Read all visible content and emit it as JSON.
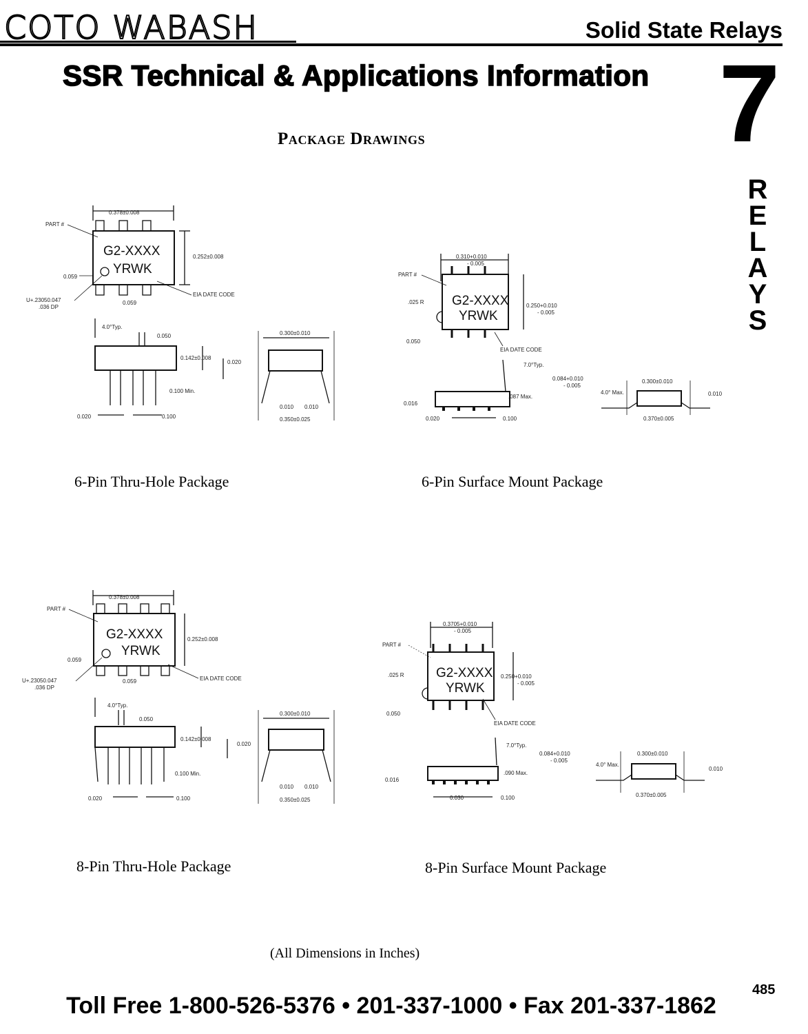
{
  "header": {
    "brand": "COTO WABASH",
    "section": "Solid State Relays"
  },
  "title": "SSR Technical & Applications Information",
  "chapter": {
    "number": "7",
    "tab_letters": [
      "R",
      "E",
      "L",
      "A",
      "Y",
      "S"
    ]
  },
  "subtitle": "Package Drawings",
  "drawings": {
    "six_pin_thru_hole": {
      "caption": "6-Pin Thru-Hole Package",
      "part_label": "PART #",
      "marking_line1": "G2-XXXX",
      "marking_line2": "YRWK",
      "width_dim": "0.378±0.008",
      "height_dim": "0.252±0.008",
      "pin1_dim": "0.059",
      "pitch_dim": "0.059",
      "dot_note_line1": "U+.23050.047",
      "dot_note_line2": ".036 DP",
      "date_code": "EIA DATE CODE",
      "angle": "4.0°Typ.",
      "lead_w": "0.050",
      "body_h": "0.142±0.008",
      "lead_t": "0.020",
      "min_len": "0.100 Min.",
      "lead_d": "0.020",
      "pin_pitch": "0.100",
      "end_w": "0.300±0.010",
      "end_t1": "0.010",
      "end_t2": "0.010",
      "end_span": "0.350±0.025"
    },
    "six_pin_smd": {
      "caption": "6-Pin Surface Mount Package",
      "part_label": "PART #",
      "marking_line1": "G2-XXXX",
      "marking_line2": "YRWK",
      "width_dim": "0.310+0.010",
      "width_tol": "- 0.005",
      "height_dim": "0.250+0.010",
      "height_tol": "- 0.005",
      "radius": ".025 R",
      "pin_dim": "0.050",
      "date_code": "EIA DATE CODE",
      "angle": "7.0°Typ.",
      "lead_w": "0.084+0.010",
      "lead_tol": "- 0.005",
      "max_h": ".087 Max.",
      "stand": "0.016",
      "lead_d": "0.020",
      "pitch": "0.100",
      "end_angle": "4.0° Max.",
      "end_w": "0.300±0.010",
      "end_t": "0.010",
      "end_span": "0.370±0.005"
    },
    "eight_pin_thru_hole": {
      "caption": "8-Pin Thru-Hole Package",
      "part_label": "PART #",
      "marking_line1": "G2-XXXX",
      "marking_line2": "YRWK",
      "width_dim": "0.378±0.008",
      "height_dim": "0.252±0.008",
      "pin1_dim": "0.059",
      "pitch_dim": "0.059",
      "dot_note_line1": "U+.23050.047",
      "dot_note_line2": ".036 DP",
      "date_code": "EIA DATE CODE",
      "angle": "4.0°Typ.",
      "lead_w": "0.050",
      "body_h": "0.142±0.008",
      "lead_t": "0.020",
      "min_len": "0.100 Min.",
      "lead_d": "0.020",
      "pin_pitch": "0.100",
      "end_w": "0.300±0.010",
      "end_t1": "0.010",
      "end_t2": "0.010",
      "end_span": "0.350±0.025"
    },
    "eight_pin_smd": {
      "caption": "8-Pin Surface Mount Package",
      "part_label": "PART #",
      "marking_line1": "G2-XXXX",
      "marking_line2": "YRWK",
      "width_dim": "0.3705+0.010",
      "width_tol": "- 0.005",
      "height_dim": "0.250+0.010",
      "height_tol": "- 0.005",
      "radius": ".025 R",
      "pin_dim": "0.050",
      "date_code": "EIA DATE CODE",
      "angle": "7.0°Typ.",
      "lead_w": "0.084+0.010",
      "lead_tol": "- 0.005",
      "max_h": ".090 Max.",
      "stand": "0.016",
      "lead_d": "0.030",
      "pitch": "0.100",
      "end_angle": "4.0° Max.",
      "end_w": "0.300±0.010",
      "end_t": "0.010",
      "end_span": "0.370±0.005"
    }
  },
  "note": "(All Dimensions in Inches)",
  "page_number": "485",
  "footer": "Toll Free 1-800-526-5376  •  201-337-1000  •  Fax 201-337-1862"
}
